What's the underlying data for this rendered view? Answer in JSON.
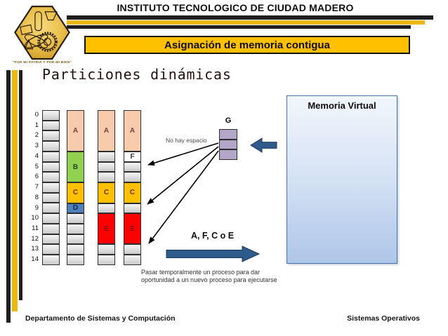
{
  "header": {
    "institution": "INSTITUTO TECNOLOGICO DE CIUDAD MADERO",
    "banner": "Asignación de memoria contigua",
    "logo_motto": "\"POR MI PATRIA Y POR MI BIEN\""
  },
  "slide": {
    "title": "Particiones dinámicas"
  },
  "diagram": {
    "row_labels": [
      "0",
      "1",
      "2",
      "3",
      "4",
      "5",
      "6",
      "7",
      "8",
      "9",
      "10",
      "11",
      "12",
      "13",
      "14"
    ],
    "columns": [
      {
        "name": "memory-map",
        "blocks": [
          {
            "type": "free",
            "span": 1
          },
          {
            "type": "free",
            "span": 1
          },
          {
            "type": "free",
            "span": 1
          },
          {
            "type": "free",
            "span": 1
          },
          {
            "type": "free",
            "span": 1
          },
          {
            "type": "free",
            "span": 1
          },
          {
            "type": "free",
            "span": 1
          },
          {
            "type": "free",
            "span": 1
          },
          {
            "type": "free",
            "span": 1
          },
          {
            "type": "free",
            "span": 1
          },
          {
            "type": "free",
            "span": 1
          },
          {
            "type": "free",
            "span": 1
          },
          {
            "type": "free",
            "span": 1
          },
          {
            "type": "free",
            "span": 1
          },
          {
            "type": "free",
            "span": 1
          }
        ]
      },
      {
        "name": "state-1",
        "blocks": [
          {
            "type": "A",
            "label": "A",
            "span": 4
          },
          {
            "type": "B",
            "label": "B",
            "span": 3
          },
          {
            "type": "C",
            "label": "C",
            "span": 2
          },
          {
            "type": "D",
            "label": "D",
            "span": 1
          },
          {
            "type": "free",
            "span": 1
          },
          {
            "type": "free",
            "span": 1
          },
          {
            "type": "free",
            "span": 1
          },
          {
            "type": "free",
            "span": 1
          },
          {
            "type": "free",
            "span": 1
          }
        ]
      },
      {
        "name": "state-2",
        "blocks": [
          {
            "type": "A",
            "label": "A",
            "span": 4
          },
          {
            "type": "free",
            "span": 1
          },
          {
            "type": "free",
            "span": 1
          },
          {
            "type": "free",
            "span": 1
          },
          {
            "type": "C",
            "label": "C",
            "span": 2
          },
          {
            "type": "free",
            "span": 1
          },
          {
            "type": "E",
            "label": "E",
            "span": 3
          },
          {
            "type": "free",
            "span": 1
          },
          {
            "type": "free",
            "span": 1
          }
        ]
      },
      {
        "name": "state-3",
        "blocks": [
          {
            "type": "A",
            "label": "A",
            "span": 4
          },
          {
            "type": "F",
            "label": "F",
            "span": 1
          },
          {
            "type": "free",
            "span": 1
          },
          {
            "type": "free",
            "span": 1
          },
          {
            "type": "C",
            "label": "C",
            "span": 2
          },
          {
            "type": "free",
            "span": 1
          },
          {
            "type": "E",
            "label": "E",
            "span": 3
          },
          {
            "type": "free",
            "span": 1
          },
          {
            "type": "free",
            "span": 1
          }
        ]
      }
    ],
    "g_column": {
      "label": "G",
      "cell_count": 3
    },
    "no_space_label": "No hay espacio",
    "swap_label": "A, F, C o E",
    "virtual_memory_title": "Memoria Virtual",
    "caption_line1": "Pasar temporalmente un proceso para dar",
    "caption_line2": "oportunidad a un nuevo proceso para ejecutarse"
  },
  "footer": {
    "department": "Departamento de Sistemas y Computación",
    "course": "Sistemas Operativos"
  },
  "colors": {
    "process_a": "#F8CBAD",
    "process_b": "#92D050",
    "process_c": "#FFC000",
    "process_d": "#4F81BD",
    "process_e": "#FF0000",
    "process_f": "#FFFFFF",
    "process_g": "#B3A6C9",
    "free_cell": "#DFDFDF",
    "arrow_blue": "#2E5B8C",
    "banner_yellow": "#FFC000",
    "bar_black": "#1F1F1F"
  }
}
